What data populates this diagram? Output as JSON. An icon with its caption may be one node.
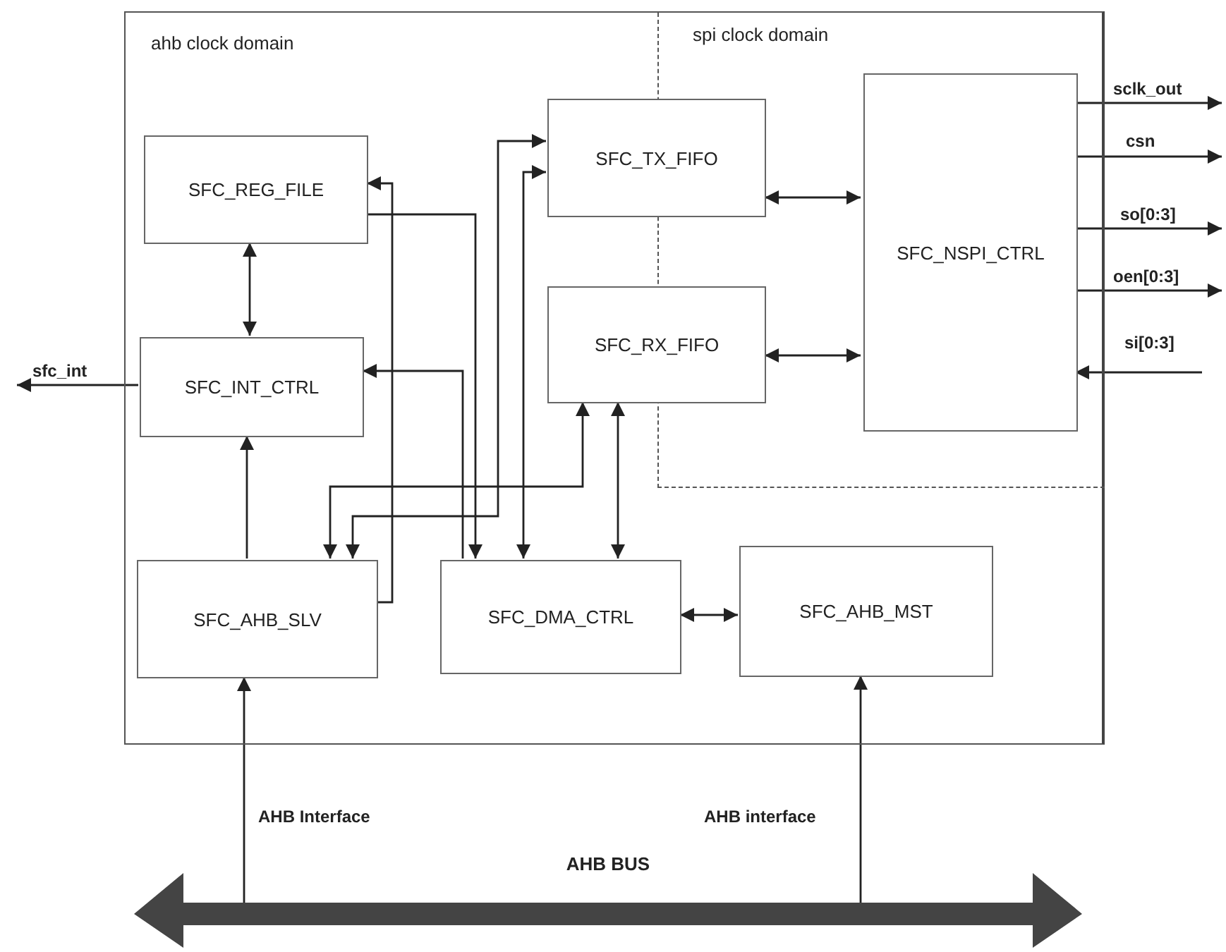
{
  "diagram": {
    "nodes": [
      {
        "text": [
          "ahb clock domain"
        ]
      },
      {
        "text": [
          "spi clock domain"
        ],
        "in": 0
      },
      {
        "text": [
          "SFC_REG_FILE"
        ],
        "in": 0
      },
      {
        "text": [
          "SFC_INT_CTRL"
        ],
        "in": 0
      },
      {
        "text": [
          "SFC_AHB_SLV"
        ],
        "in": 0
      },
      {
        "text": [
          "SFC_TX_FIFO"
        ],
        "in": 0
      },
      {
        "text": [
          "SFC_RX_FIFO"
        ],
        "in": 0
      },
      {
        "text": [
          "SFC_NSPI_CTRL"
        ],
        "in": 1
      },
      {
        "text": [
          "SFC_DMA_CTRL"
        ],
        "in": 0
      },
      {
        "text": [
          "SFC_AHB_MST"
        ],
        "in": 0
      },
      {
        "text": [
          "AHB BUS"
        ]
      }
    ],
    "edges": [
      {
        "from": 3,
        "to": null,
        "arrow": "to",
        "label": "sfc_int"
      },
      {
        "from": 7,
        "to": null,
        "arrow": "to",
        "label": "sclk_out"
      },
      {
        "from": 7,
        "to": null,
        "arrow": "to",
        "label": "csn"
      },
      {
        "from": 7,
        "to": null,
        "arrow": "to",
        "label": "so[0:3]"
      },
      {
        "from": 7,
        "to": null,
        "arrow": "to",
        "label": "oen[0:3]"
      },
      {
        "from": null,
        "to": 7,
        "arrow": "to",
        "label": "si[0:3]"
      },
      {
        "from": 2,
        "to": 3,
        "arrow": "both"
      },
      {
        "from": 4,
        "to": 3,
        "arrow": "to"
      },
      {
        "from": 5,
        "to": 7,
        "arrow": "both"
      },
      {
        "from": 6,
        "to": 7,
        "arrow": "both"
      },
      {
        "from": 8,
        "to": 9,
        "arrow": "both"
      },
      {
        "from": 10,
        "to": 4,
        "arrow": "to",
        "label": "AHB Interface"
      },
      {
        "from": 10,
        "to": 9,
        "arrow": "to",
        "label": "AHB interface"
      },
      {
        "from": 4,
        "to": 2,
        "arrow": "to"
      },
      {
        "from": 2,
        "to": 8,
        "arrow": "to"
      },
      {
        "from": 8,
        "to": 3,
        "arrow": "to"
      },
      {
        "from": 5,
        "to": 4,
        "arrow": "both"
      },
      {
        "from": 5,
        "to": 8,
        "arrow": "both"
      },
      {
        "from": 6,
        "to": 4,
        "arrow": "both"
      },
      {
        "from": 6,
        "to": 8,
        "arrow": "both"
      }
    ]
  }
}
